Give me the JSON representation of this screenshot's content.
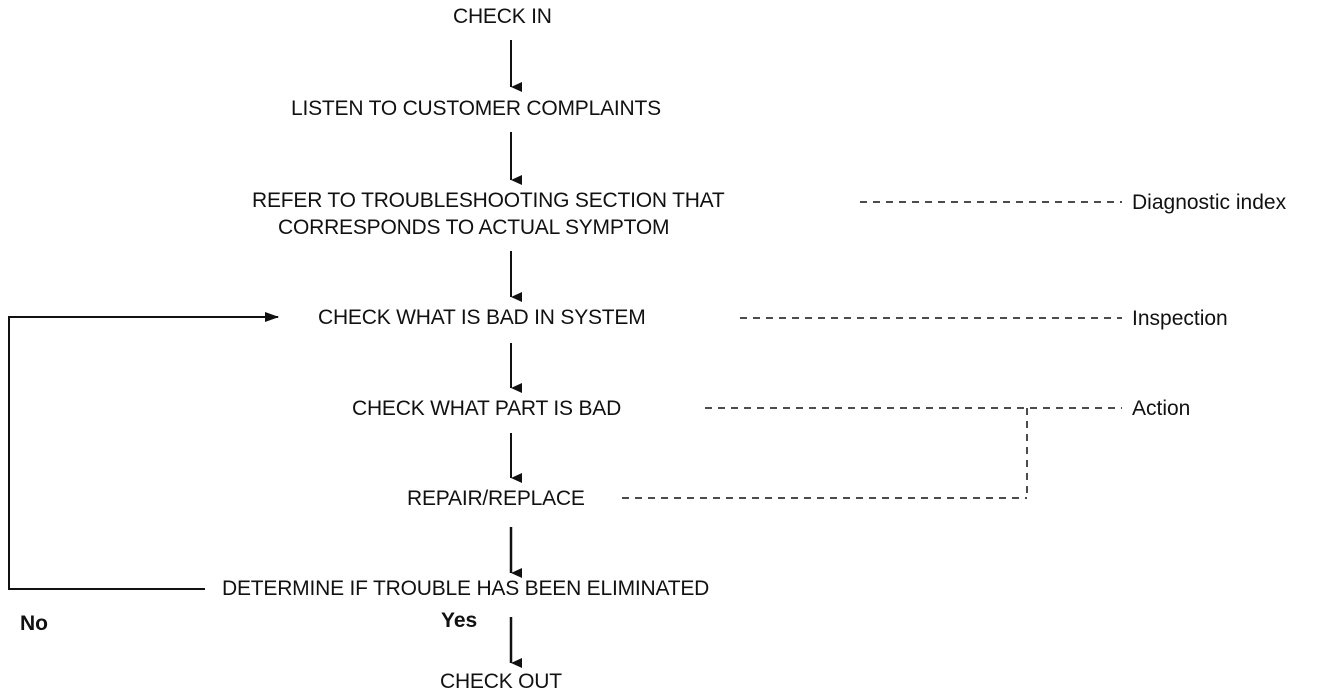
{
  "flow": {
    "steps": {
      "check_in": "CHECK IN",
      "listen": "LISTEN TO CUSTOMER COMPLAINTS",
      "refer_line1": "REFER TO TROUBLESHOOTING SECTION THAT",
      "refer_line2": "CORRESPONDS TO ACTUAL SYMPTOM",
      "check_system": "CHECK WHAT IS BAD IN SYSTEM",
      "check_part": "CHECK WHAT PART IS BAD",
      "repair": "REPAIR/REPLACE",
      "determine": "DETERMINE IF TROUBLE HAS BEEN ELIMINATED",
      "check_out": "CHECK OUT"
    },
    "branches": {
      "no": "No",
      "yes": "Yes"
    }
  },
  "annotations": {
    "diagnostic_index": "Diagnostic index",
    "inspection": "Inspection",
    "action": "Action"
  },
  "colors": {
    "ink": "#111111",
    "background": "#ffffff"
  }
}
